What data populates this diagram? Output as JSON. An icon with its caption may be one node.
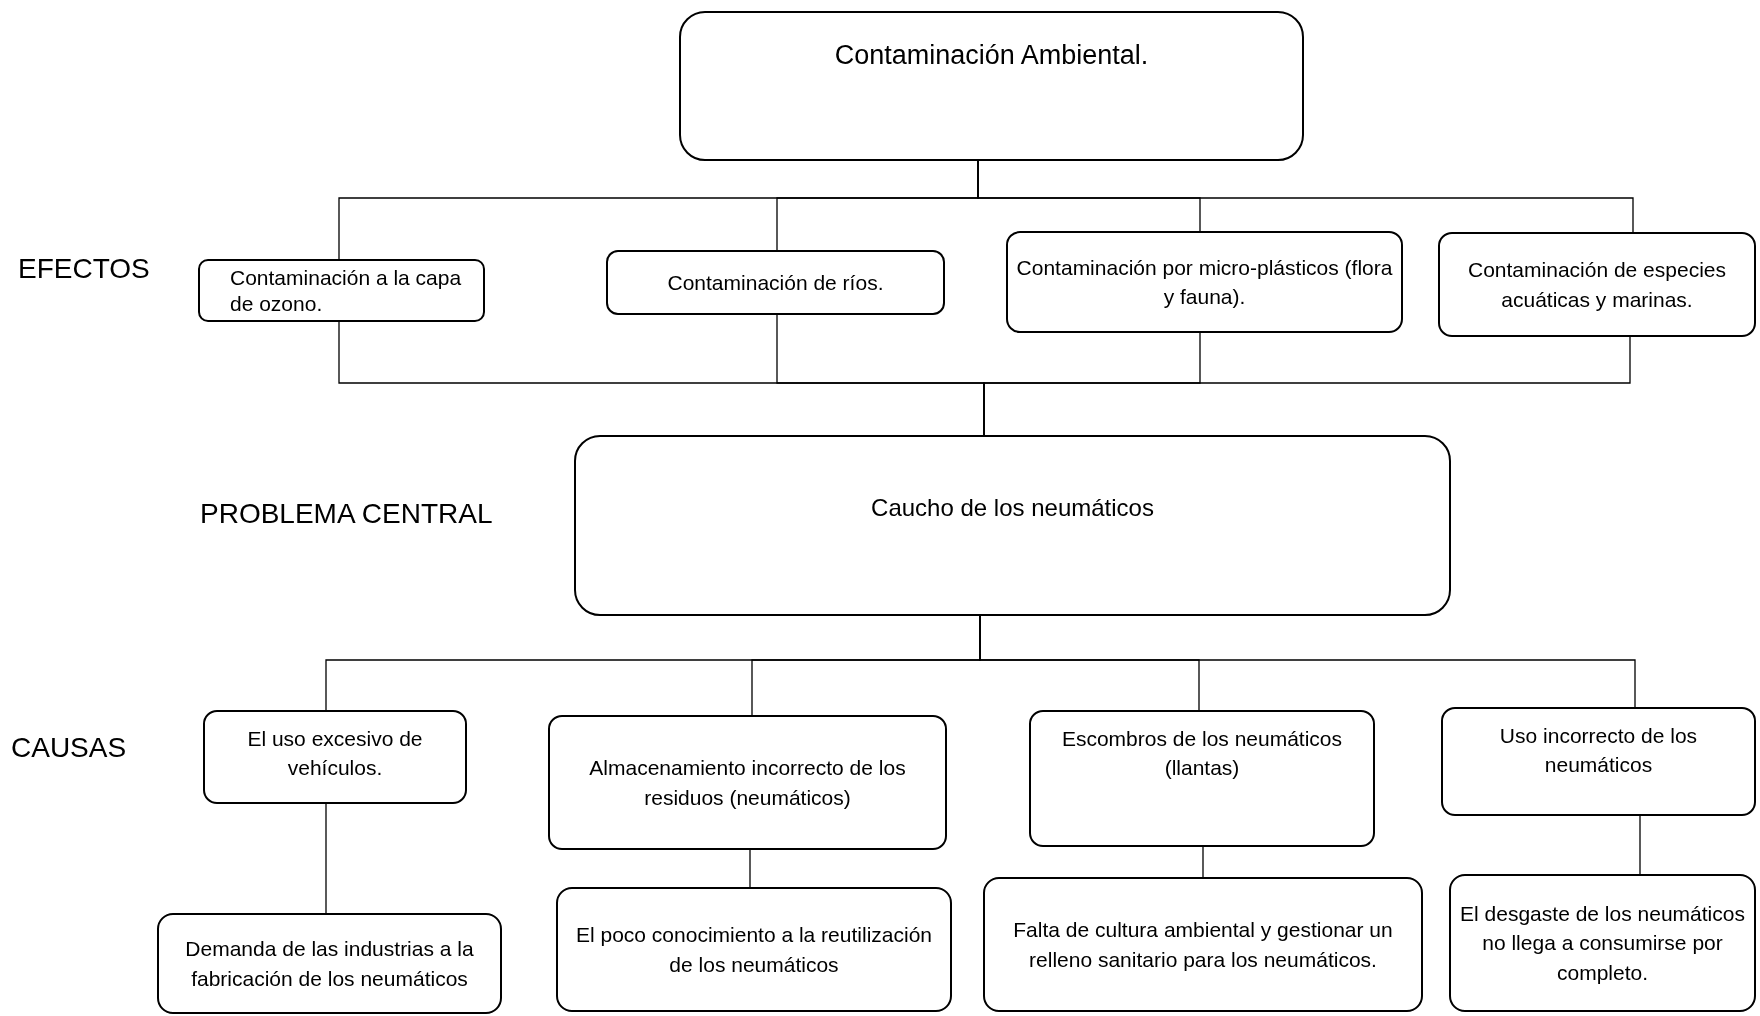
{
  "diagram": {
    "nodes": [
      {
        "text": [
          "Contaminación Ambiental."
        ]
      },
      {
        "text": [
          "Contaminación a la capa de ozono."
        ]
      },
      {
        "text": [
          "Contaminación de ríos."
        ]
      },
      {
        "text": [
          "Contaminación por micro-plásticos (flora y fauna)."
        ]
      },
      {
        "text": [
          "Contaminación de especies acuáticas y marinas."
        ]
      },
      {
        "text": [
          "Caucho de los neumáticos"
        ]
      },
      {
        "text": [
          "El uso excesivo de vehículos."
        ]
      },
      {
        "text": [
          "Almacenamiento incorrecto de los residuos (neumáticos)"
        ]
      },
      {
        "text": [
          "Escombros de los neumáticos (llantas)"
        ]
      },
      {
        "text": [
          "Uso incorrecto de los neumáticos"
        ]
      },
      {
        "text": [
          "Demanda de las industrias a la fabricación de los neumáticos"
        ]
      },
      {
        "text": [
          "El poco conocimiento a la reutilización de los neumáticos"
        ]
      },
      {
        "text": [
          "Falta de cultura ambiental y gestionar un relleno sanitario para los neumáticos."
        ]
      },
      {
        "text": [
          "El desgaste de los neumáticos no llega a consumirse por completo."
        ]
      }
    ],
    "edges": [
      {
        "from": 0,
        "to": 1,
        "arrow": "none"
      },
      {
        "from": 0,
        "to": 2,
        "arrow": "none"
      },
      {
        "from": 0,
        "to": 3,
        "arrow": "none"
      },
      {
        "from": 0,
        "to": 4,
        "arrow": "none"
      },
      {
        "from": 1,
        "to": 5,
        "arrow": "none"
      },
      {
        "from": 2,
        "to": 5,
        "arrow": "none"
      },
      {
        "from": 3,
        "to": 5,
        "arrow": "none"
      },
      {
        "from": 4,
        "to": 5,
        "arrow": "none"
      },
      {
        "from": 5,
        "to": 6,
        "arrow": "none"
      },
      {
        "from": 5,
        "to": 7,
        "arrow": "none"
      },
      {
        "from": 5,
        "to": 8,
        "arrow": "none"
      },
      {
        "from": 5,
        "to": 9,
        "arrow": "none"
      },
      {
        "from": 6,
        "to": 10,
        "arrow": "none"
      },
      {
        "from": 7,
        "to": 11,
        "arrow": "none"
      },
      {
        "from": 8,
        "to": 12,
        "arrow": "none"
      },
      {
        "from": 9,
        "to": 13,
        "arrow": "none"
      }
    ],
    "labels": [
      "EFECTOS",
      "PROBLEMA CENTRAL",
      "CAUSAS"
    ]
  }
}
